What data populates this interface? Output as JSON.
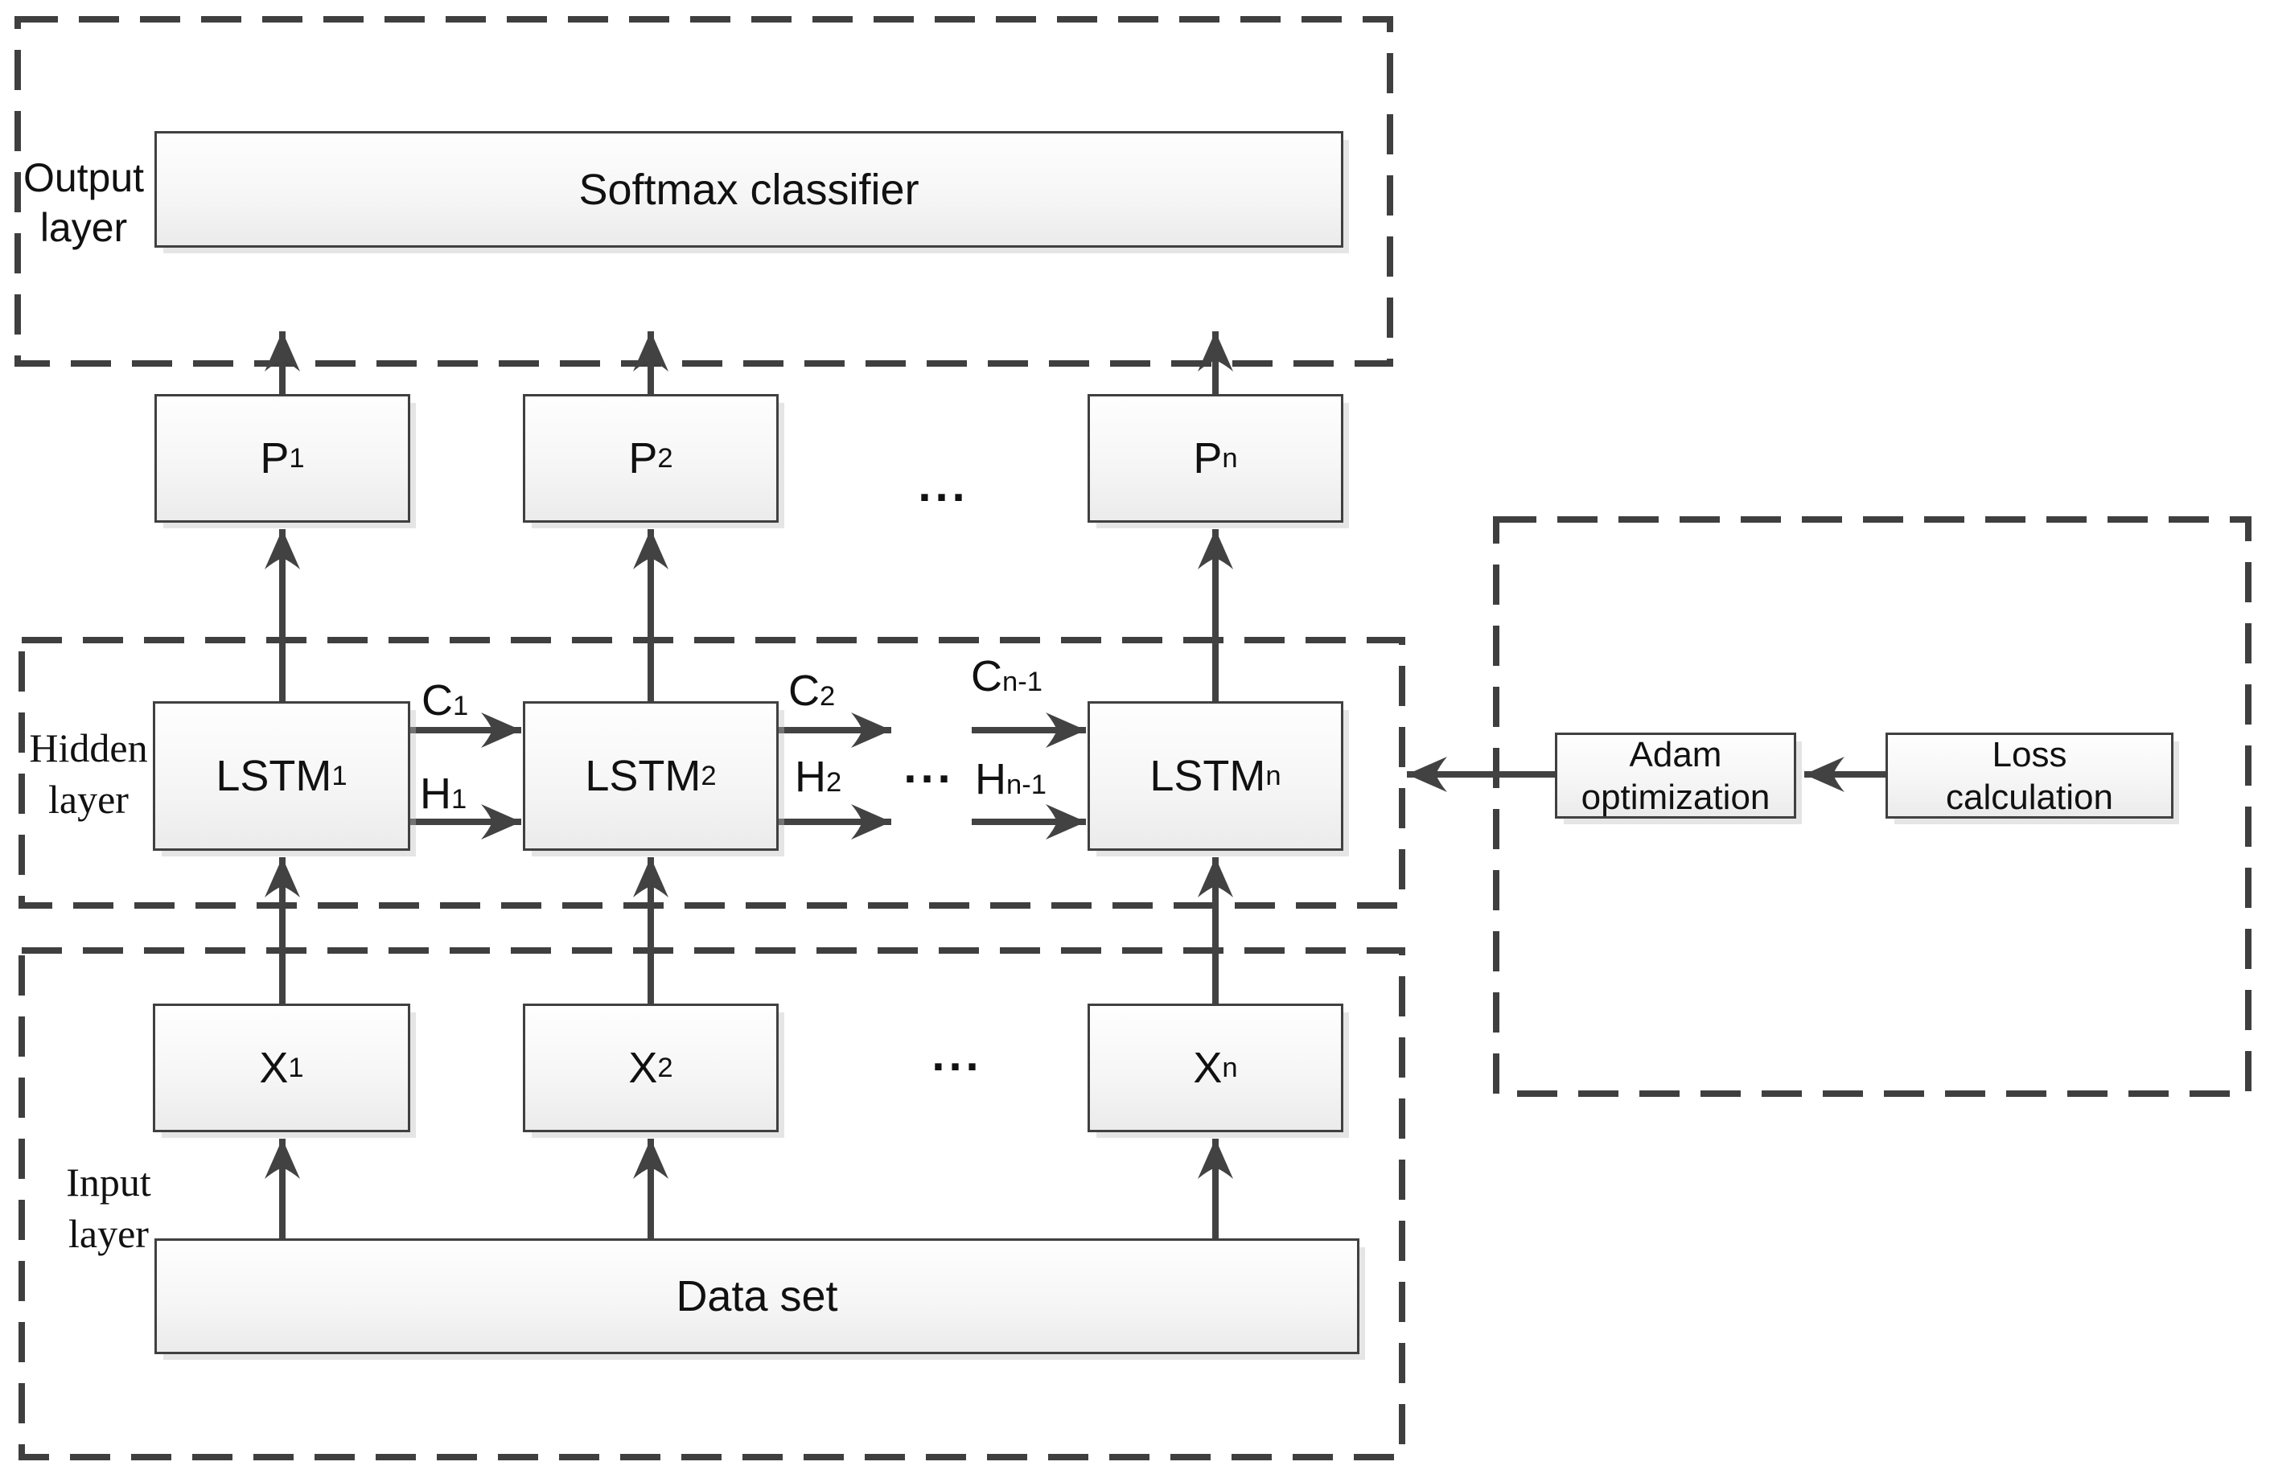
{
  "diagram": {
    "layers": {
      "output": {
        "line1": "Output",
        "line2": "layer"
      },
      "hidden": {
        "line1": "Hidden",
        "line2": "layer"
      },
      "input": {
        "line1": "Input",
        "line2": "layer"
      }
    },
    "boxes": {
      "softmax": "Softmax classifier",
      "dataset": "Data set",
      "adam": {
        "line1": "Adam",
        "line2": "optimization"
      },
      "loss": {
        "line1": "Loss",
        "line2": "calculation"
      },
      "p": [
        {
          "main": "P",
          "sub": "1"
        },
        {
          "main": "P",
          "sub": "2"
        },
        {
          "main": "P",
          "sub": "n"
        }
      ],
      "lstm": [
        {
          "main": "LSTM",
          "sub": "1"
        },
        {
          "main": "LSTM",
          "sub": "2"
        },
        {
          "main": "LSTM",
          "sub": "n"
        }
      ],
      "x": [
        {
          "main": "X",
          "sub": "1"
        },
        {
          "main": "X",
          "sub": "2"
        },
        {
          "main": "X",
          "sub": "n"
        }
      ]
    },
    "edge_labels": {
      "c1": {
        "main": "C",
        "sub": "1"
      },
      "h1": {
        "main": "H",
        "sub": "1"
      },
      "c2": {
        "main": "C",
        "sub": "2"
      },
      "h2": {
        "main": "H",
        "sub": "2"
      },
      "cn1": {
        "main": "C",
        "sub": "n-1"
      },
      "hn1": {
        "main": "H",
        "sub": "n-1"
      }
    },
    "ellipsis": "...",
    "colors": {
      "line": "#3f3f3f",
      "arrow": "#424242",
      "box_border": "#404040",
      "text": "#111111",
      "box_fill_top": "#fefefe",
      "box_fill_bottom": "#ebebeb"
    }
  }
}
